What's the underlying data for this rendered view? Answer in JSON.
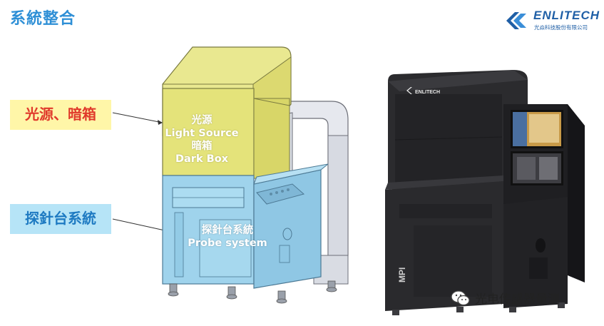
{
  "slide": {
    "title": "系統整合",
    "labels": {
      "light_dark": "光源、暗箱",
      "probe": "探針台系統"
    },
    "overlays": {
      "light_source_cn": "光源",
      "light_source_en": "Light Source",
      "dark_box_cn": "暗箱",
      "dark_box_en": "Dark Box",
      "probe_cn": "探針台系統",
      "probe_en": "Probe system"
    }
  },
  "logo": {
    "brand": "ENLITECH",
    "subtitle": "光焱科技股份有限公司"
  },
  "photo": {
    "brand_plate": "ENLITECH",
    "side_label": "MPI"
  },
  "watermark": {
    "text": "光电传感器量测"
  },
  "colors": {
    "title": "#2e8fd6",
    "yellow_box": "#fff6a8",
    "blue_box": "#b6e4f7",
    "red_text": "#e03a2b",
    "blue_text": "#1e7ac2"
  }
}
